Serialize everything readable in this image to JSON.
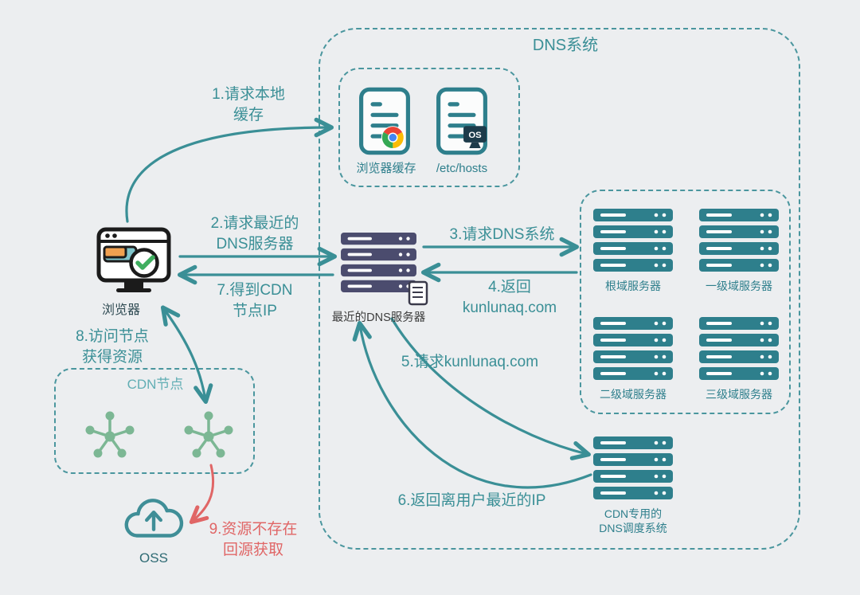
{
  "dns_system": {
    "title": "DNS系统"
  },
  "cache": {
    "browser_cache_label": "浏览器缓存",
    "hosts_label": "/etc/hosts",
    "os_badge": "OS"
  },
  "nearest_dns": {
    "label": "最近的DNS服务器"
  },
  "root_servers": {
    "root": "根域服务器",
    "level1": "一级域服务器",
    "level2": "二级域服务器",
    "level3": "三级域服务器"
  },
  "cdn_dns": {
    "label": "CDN专用的\nDNS调度系统"
  },
  "browser": {
    "label": "浏览器"
  },
  "cdn_node": {
    "title": "CDN节点"
  },
  "oss": {
    "label": "OSS"
  },
  "steps": {
    "step1": "1.请求本地\n缓存",
    "step2": "2.请求最近的\nDNS服务器",
    "step3": "3.请求DNS系统",
    "step4": "4.返回\nkunlunaq.com",
    "step5": "5.请求kunlunaq.com",
    "step6": "6.返回离用户最近的IP",
    "step7": "7.得到CDN\n节点IP",
    "step8": "8.访问节点\n获得资源",
    "step9": "9.资源不存在\n回源获取"
  },
  "colors": {
    "teal": "#3a8f96",
    "server_teal": "#2e7f8c",
    "server_purple": "#4b4c6e",
    "node_green": "#7cb794",
    "red": "#e06666",
    "background": "#eceef0"
  }
}
